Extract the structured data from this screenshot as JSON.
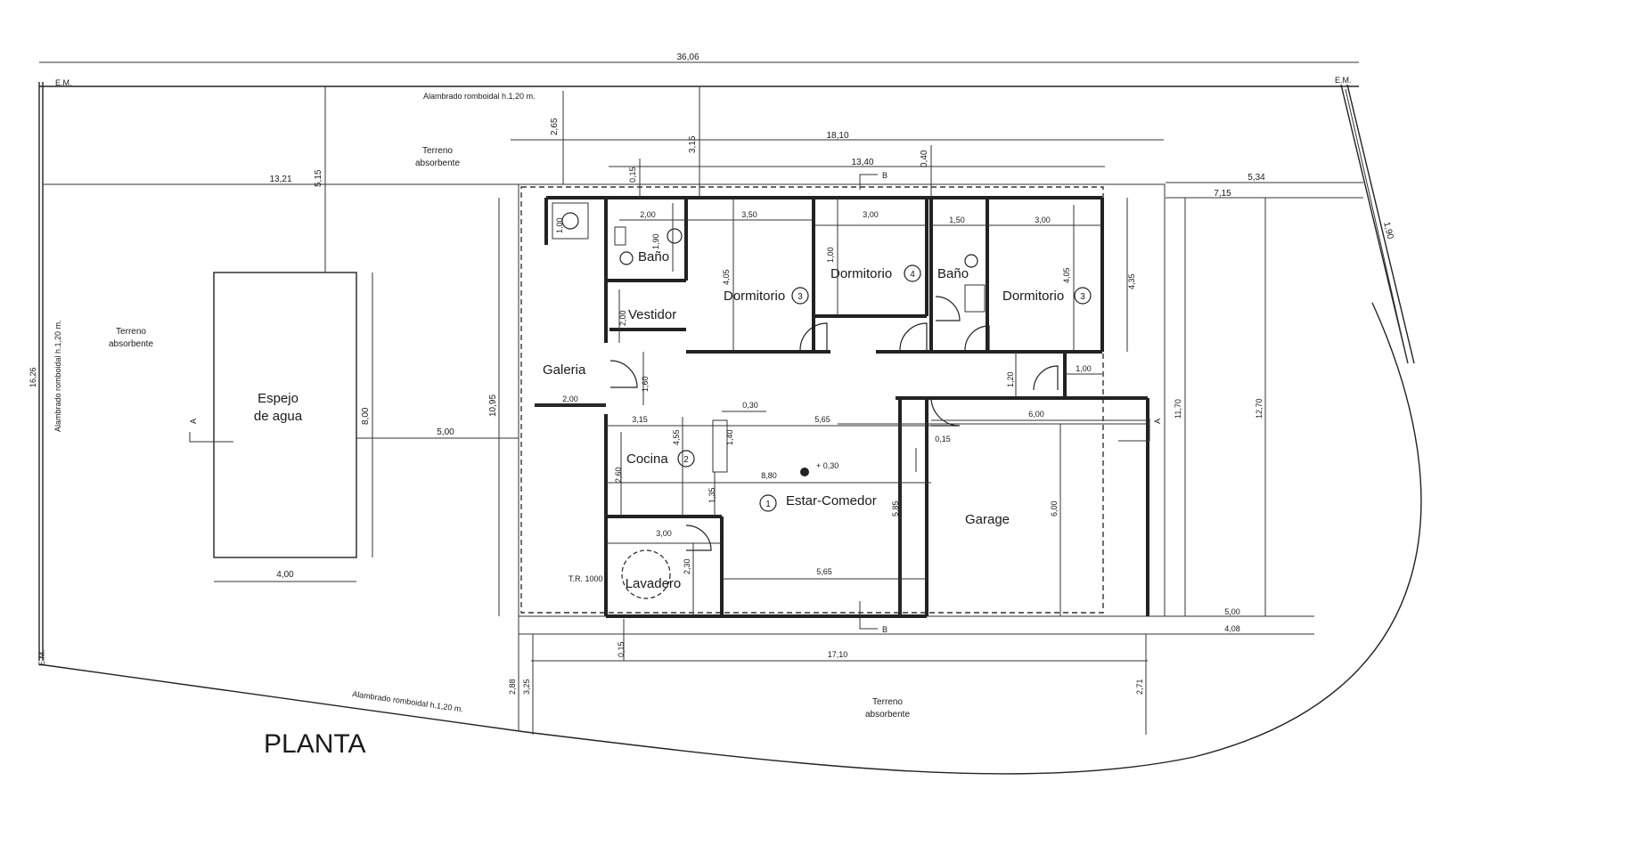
{
  "title": "PLANTA",
  "labels": {
    "em_tl": "E.M.",
    "em_tr": "E.M.",
    "em_bl": "E.M.",
    "fence_top": "Alambrado romboidal h.1,20 m.",
    "fence_left": "Alambrado romboidal h.1,20 m.",
    "fence_bottom": "Alambrado romboidal h.1,20 m.",
    "terrain_top_1": "Terreno",
    "terrain_top_2": "absorbente",
    "terrain_left_1": "Terreno",
    "terrain_left_2": "absorbente",
    "terrain_bottom_1": "Terreno",
    "terrain_bottom_2": "absorbente",
    "pool_1": "Espejo",
    "pool_2": "de agua",
    "tr": "T.R. 1000",
    "section_a": "A",
    "section_b": "B"
  },
  "rooms": {
    "bano1": "Baño",
    "bano2": "Baño",
    "dorm1": "Dormitorio",
    "dorm1_num": "3",
    "dorm2": "Dormitorio",
    "dorm2_num": "4",
    "dorm3": "Dormitorio",
    "dorm3_num": "3",
    "vestidor": "Vestidor",
    "galeria": "Galeria",
    "cocina": "Cocina",
    "cocina_num": "2",
    "estar": "Estar-Comedor",
    "estar_num": "1",
    "garage": "Garage",
    "lavadero": "Lavadero"
  },
  "dims": {
    "d3606": "36,06",
    "d1810": "18,10",
    "d1340": "13,40",
    "d1321": "13,21",
    "d534": "5,34",
    "d715": "7,15",
    "d265": "2,65",
    "d315a": "3,15",
    "d515": "5,15",
    "d040": "0,40",
    "d015a": "0,15",
    "d190r": "1,90",
    "d1626": "16,26",
    "d1095": "10,95",
    "d800": "8,00",
    "d500a": "5,00",
    "d400": "4,00",
    "d200a": "2,00",
    "d350": "3,50",
    "d300a": "3,00",
    "d150": "1,50",
    "d300b": "3,00",
    "d100a": "1,00",
    "d190a": "1,90",
    "d200b": "2,00",
    "d405a": "4,05",
    "d100b": "1,00",
    "d405b": "4,05",
    "d435": "4,35",
    "d120": "1,20",
    "d100c": "1,00",
    "d200c": "2,00",
    "d160": "1,60",
    "d030a": "0,30",
    "d315b": "3,15",
    "d565a": "5,65",
    "d600a": "6,00",
    "d455": "4,55",
    "d140": "1,40",
    "d015b": "0,15",
    "d030b": "+ 0,30",
    "d880": "8,80",
    "d260": "2,60",
    "d135": "1,35",
    "d585": "5,85",
    "d600b": "6,00",
    "d300c": "3,00",
    "d230": "2,30",
    "d565b": "5,65",
    "d1170": "11,70",
    "d1270": "12,70",
    "d500b": "5,00",
    "d408": "4,08",
    "d015c": "0,15",
    "d1710": "17,10",
    "d288": "2,88",
    "d325": "3,25",
    "d271": "2,71"
  }
}
